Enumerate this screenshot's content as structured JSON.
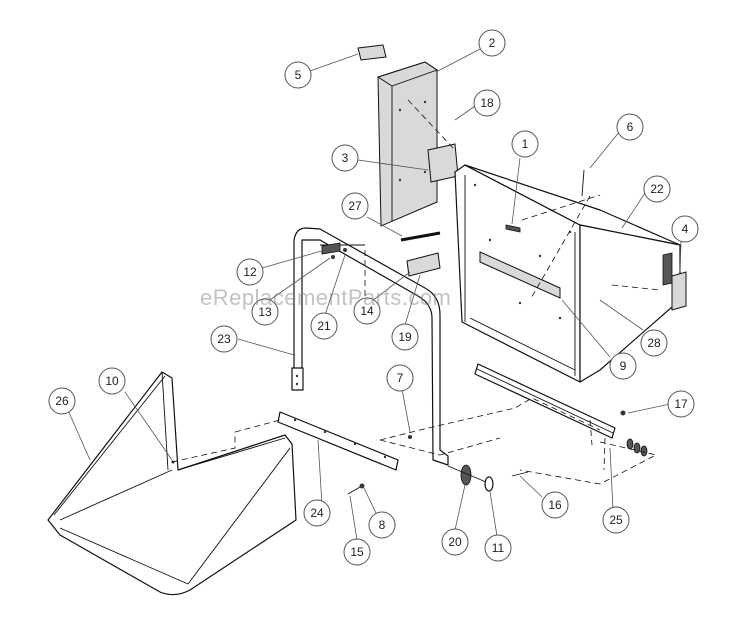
{
  "watermark": "eReplacementParts.com",
  "callouts": [
    "1",
    "2",
    "3",
    "4",
    "5",
    "6",
    "7",
    "8",
    "9",
    "10",
    "11",
    "12",
    "13",
    "14",
    "15",
    "16",
    "17",
    "18",
    "19",
    "20",
    "21",
    "22",
    "23",
    "24",
    "25",
    "26",
    "27",
    "28"
  ]
}
